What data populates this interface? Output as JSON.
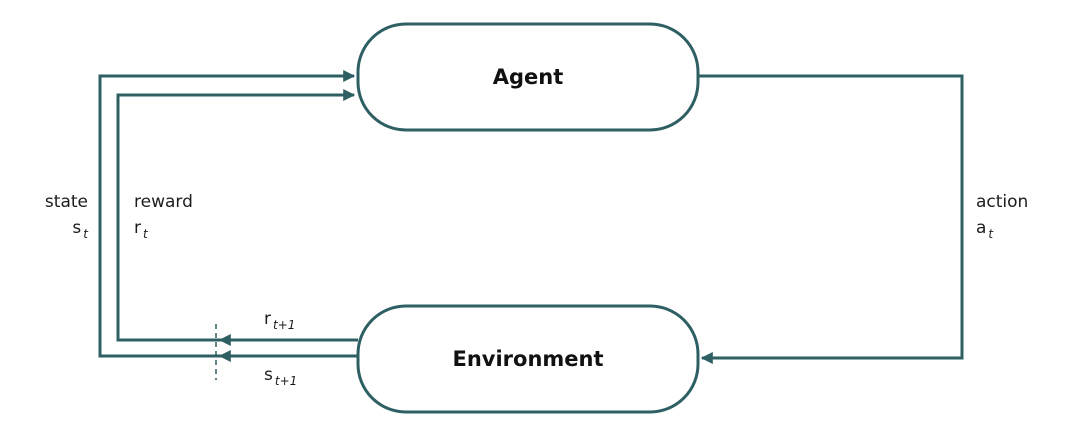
{
  "nodes": {
    "agent": "Agent",
    "environment": "Environment"
  },
  "edges": {
    "state": {
      "label": "state",
      "symbol": "s",
      "subscript": "t"
    },
    "reward": {
      "label": "reward",
      "symbol": "r",
      "subscript": "t"
    },
    "action": {
      "label": "action",
      "symbol": "a",
      "subscript": "t"
    },
    "next_reward": {
      "symbol": "r",
      "subscript": "t+1"
    },
    "next_state": {
      "symbol": "s",
      "subscript": "t+1"
    }
  },
  "colors": {
    "stroke": "#2d5f63",
    "text": "#1c1c1c"
  }
}
